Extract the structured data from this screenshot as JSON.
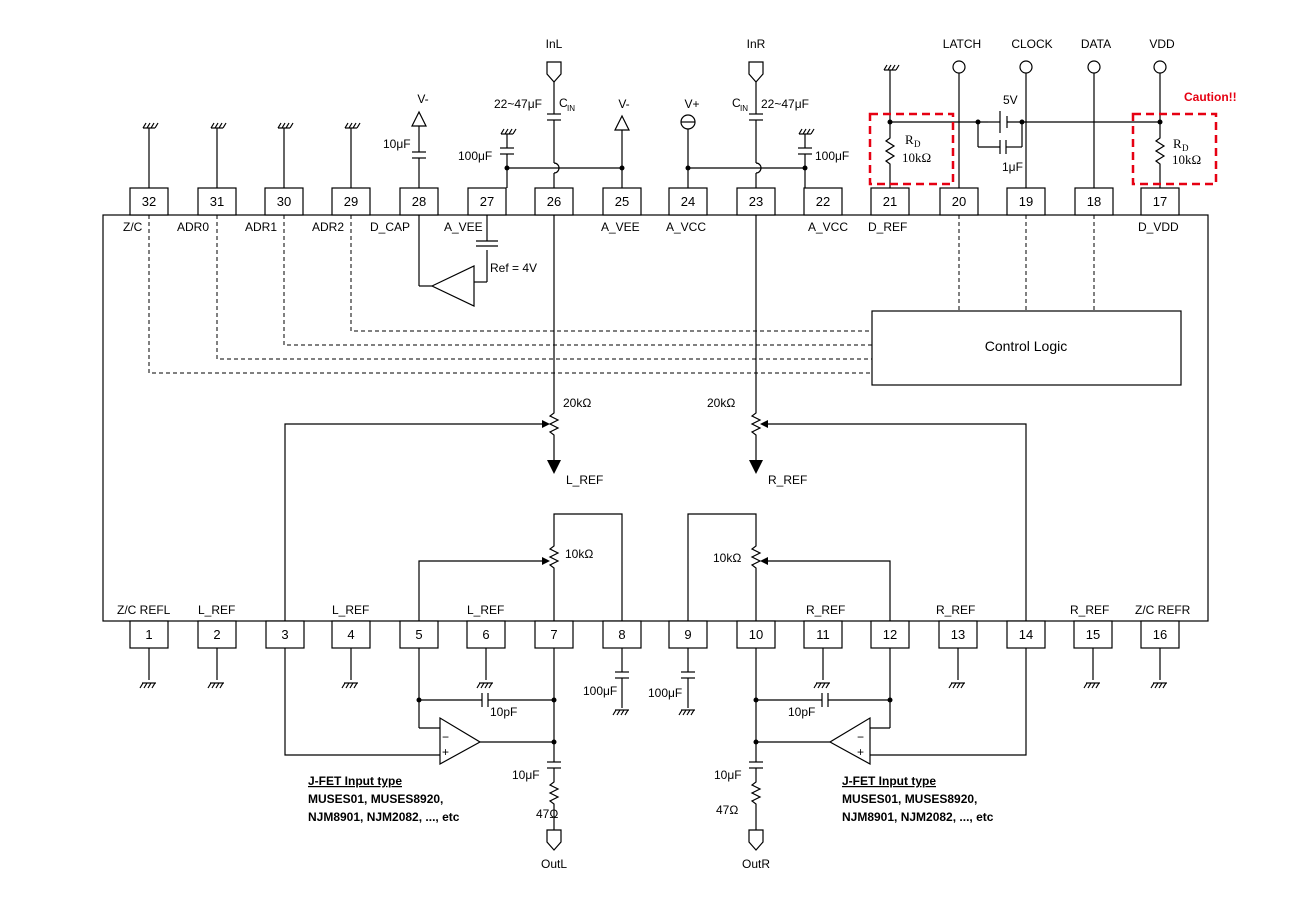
{
  "top_pins": [
    {
      "num": "32",
      "label": "Z/C"
    },
    {
      "num": "31",
      "label": "ADR0"
    },
    {
      "num": "30",
      "label": "ADR1"
    },
    {
      "num": "29",
      "label": "ADR2"
    },
    {
      "num": "28",
      "label": "D_CAP"
    },
    {
      "num": "27",
      "label": "A_VEE"
    },
    {
      "num": "26",
      "label": ""
    },
    {
      "num": "25",
      "label": "A_VEE"
    },
    {
      "num": "24",
      "label": "A_VCC"
    },
    {
      "num": "23",
      "label": ""
    },
    {
      "num": "22",
      "label": "A_VCC"
    },
    {
      "num": "21",
      "label": "D_REF"
    },
    {
      "num": "20",
      "label": ""
    },
    {
      "num": "19",
      "label": ""
    },
    {
      "num": "18",
      "label": ""
    },
    {
      "num": "17",
      "label": "D_VDD"
    }
  ],
  "bottom_pins": [
    {
      "num": "1",
      "label": "Z/C REFL"
    },
    {
      "num": "2",
      "label": "L_REF"
    },
    {
      "num": "3",
      "label": ""
    },
    {
      "num": "4",
      "label": "L_REF"
    },
    {
      "num": "5",
      "label": ""
    },
    {
      "num": "6",
      "label": "L_REF"
    },
    {
      "num": "7",
      "label": ""
    },
    {
      "num": "8",
      "label": ""
    },
    {
      "num": "9",
      "label": ""
    },
    {
      "num": "10",
      "label": ""
    },
    {
      "num": "11",
      "label": "R_REF"
    },
    {
      "num": "12",
      "label": ""
    },
    {
      "num": "13",
      "label": "R_REF"
    },
    {
      "num": "14",
      "label": ""
    },
    {
      "num": "15",
      "label": "R_REF"
    },
    {
      "num": "16",
      "label": "Z/C REFR"
    }
  ],
  "signals": {
    "inl": "InL",
    "inr": "InR",
    "latch": "LATCH",
    "clock": "CLOCK",
    "data": "DATA",
    "vdd": "VDD",
    "vminus": "V-",
    "vplus": "V+",
    "outl": "OutL",
    "outr": "OutR",
    "lref": "L_REF",
    "rref": "R_REF"
  },
  "components": {
    "cin_range": "22~47μF",
    "cin": "C",
    "cin_sub": "IN",
    "c10u": "10μF",
    "c100u": "100μF",
    "ref": "Ref = 4V",
    "v5": "5V",
    "c1u": "1μF",
    "rd": "R",
    "rd_sub": "D",
    "rd_val": "10kΩ",
    "r20k": "20kΩ",
    "r10k": "10kΩ",
    "c10p": "10pF",
    "r47": "47Ω",
    "plus": "+",
    "minus": "−"
  },
  "control_logic": "Control Logic",
  "caution": "Caution!!",
  "notes": {
    "title": "J-FET Input type",
    "line1": "MUSES01, MUSES8920,",
    "line2": "NJM8901, NJM2082, ..., etc"
  }
}
